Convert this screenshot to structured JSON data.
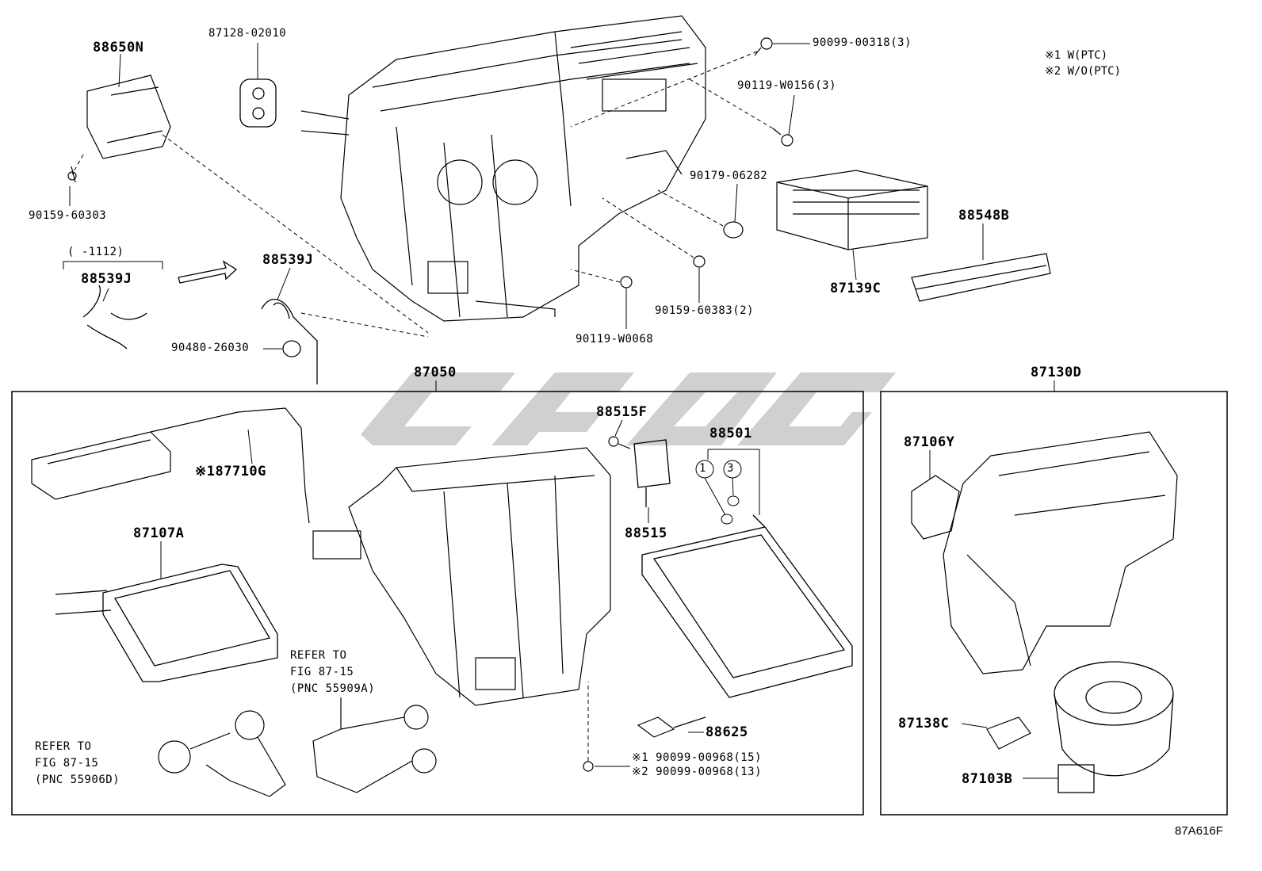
{
  "labels": {
    "p88650N": "88650N",
    "p87128": "87128-02010",
    "p90099_00318": "90099-00318(3)",
    "p90119_W0156": "90119-W0156(3)",
    "p90159_60303": "90159-60303",
    "p90179_06282": "90179-06282",
    "p88548B": "88548B",
    "p87139C": "87139C",
    "p90159_60383": "90159-60383(2)",
    "p90119_W0068": "90119-W0068",
    "p88539J_a": "88539J",
    "p88539J_b": "88539J",
    "p90480_26030": "90480-26030",
    "range_note": "(   -1112)",
    "p87050": "87050",
    "p87130D": "87130D",
    "p88515F": "88515F",
    "p88501": "88501",
    "p88515": "88515",
    "p87710G_mark": "※1",
    "p87710G": "87710G",
    "p87107A": "87107A",
    "p88625": "88625",
    "p90099_00968_15": "90099-00968(15)",
    "p90099_00968_13": "90099-00968(13)",
    "mark1": "※1",
    "mark2": "※2",
    "p87106Y": "87106Y",
    "p87138C": "87138C",
    "p87103B": "87103B",
    "circle1": "1",
    "circle3": "3"
  },
  "legend": {
    "line1": "※1 W(PTC)",
    "line2": "※2 W/O(PTC)"
  },
  "refer_a": {
    "line1": "REFER TO",
    "line2": "FIG 87-15",
    "line3": "(PNC 55909A)"
  },
  "refer_b": {
    "line1": "REFER TO",
    "line2": "FIG 87-15",
    "line3": "(PNC 55906D)"
  },
  "diagram_code": "87A616F"
}
